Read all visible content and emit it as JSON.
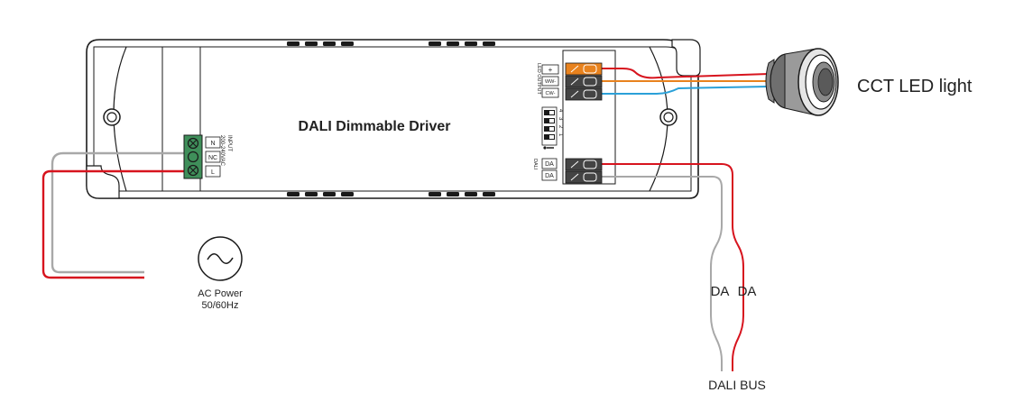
{
  "driver": {
    "title": "DALI Dimmable Driver",
    "input_label": "INPUT",
    "input_voltage": "200-240VAC",
    "input_terminals": [
      "N",
      "NC",
      "L"
    ],
    "output_label": "LED OUTPUT",
    "output_terminals": [
      "+",
      "WW-",
      "CW-"
    ],
    "dip_numbers": [
      "4",
      "3",
      "2",
      "1"
    ],
    "dali_label": "DALI",
    "dali_terminals": [
      "DA",
      "DA"
    ]
  },
  "light": {
    "label": "CCT LED light"
  },
  "power": {
    "label_line1": "AC Power",
    "label_line2": "50/60Hz"
  },
  "bus": {
    "wire_label_1": "DA",
    "wire_label_2": "DA",
    "label": "DALI BUS"
  },
  "colors": {
    "outline": "#1a1a1a",
    "live_wire": "#d7141e",
    "neutral_wire": "#a8a8a8",
    "terminal_green": "#3f8f5a",
    "terminal_orange": "#e8821e",
    "terminal_dark": "#444444",
    "ww_wire": "#e8821e",
    "cw_wire": "#2aa0d8"
  }
}
